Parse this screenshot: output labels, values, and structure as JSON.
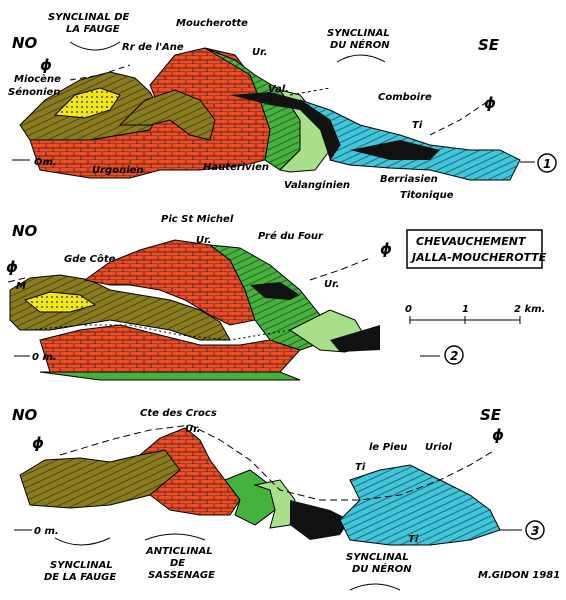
{
  "colors": {
    "urgonien": "#f04a22",
    "hauterivien": "#44b33c",
    "valanginien": "#a8e08a",
    "berriasien": "#3ec6dc",
    "senonien": "#8a7c1c",
    "miocene": "#f2e614",
    "black": "#111111"
  },
  "section1": {
    "no": "NO",
    "se": "SE",
    "synclinal_fauge": [
      "SYNCLINAL DE",
      "LA FAUGE"
    ],
    "rr_ane": "Rr de l'Ane",
    "moucherotte": "Moucherotte",
    "ur": "Ur.",
    "val": "Val.",
    "synclinal_neron": [
      "SYNCLINAL",
      "DU NÉRON"
    ],
    "comboire": "Comboire",
    "ti": "Ti",
    "miocene": "Miocène",
    "senonien": "Sénonien",
    "zero": "Om.",
    "urgonien": "Urgonien",
    "hauterivien": "Hauterivien",
    "valanginien": "Valanginien",
    "berriasien": "Berriasien",
    "titonique": "Titonique",
    "phi_left": "ϕ",
    "phi_right": "ϕ",
    "number": "1"
  },
  "section2": {
    "no": "NO",
    "pic": "Pic St Michel",
    "ur": "Ur.",
    "pre_four": "Pré du Four",
    "gde_cote": "Gde Côte",
    "m": "M",
    "ur2": "Ur.",
    "phi_left": "ϕ",
    "phi_right": "ϕ",
    "zero": "0 m.",
    "number": "2"
  },
  "box": {
    "line1": "CHEVAUCHEMENT",
    "line2": "JALLA-MOUCHEROTTE"
  },
  "scale": {
    "t0": "0",
    "t1": "1",
    "t2": "2 km."
  },
  "section3": {
    "no": "NO",
    "se": "SE",
    "cte_crocs": "Cte des Crocs",
    "ur": "Ur.",
    "le_pieu": "le Pieu",
    "uriol": "Uriol",
    "ti": "Ti",
    "ti2": "Ti",
    "phi_left": "ϕ",
    "phi_right": "ϕ",
    "zero": "0 m.",
    "number": "3",
    "synclinal_fauge": [
      "SYNCLINAL",
      "DE LA FAUGE"
    ],
    "anticlinal": [
      "ANTICLINAL",
      "DE",
      "SASSENAGE"
    ],
    "synclinal_neron": [
      "SYNCLINAL",
      "DU NÉRON"
    ],
    "author": "M.GIDON 1981"
  }
}
